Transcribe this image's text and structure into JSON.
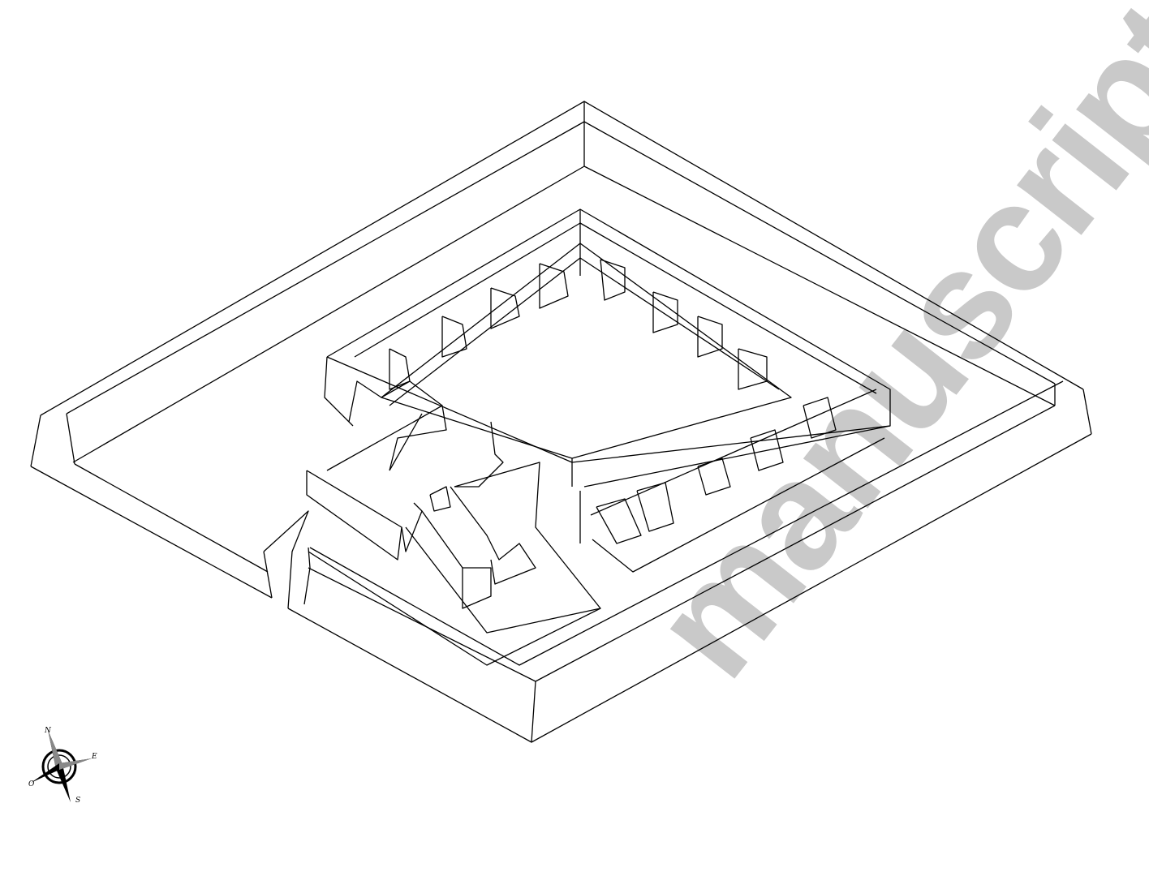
{
  "watermark": {
    "text": "manuscript",
    "color": "#c9c9c9"
  },
  "compass": {
    "north": "N",
    "east": "E",
    "west": "O",
    "south": "S"
  },
  "line_color": "#000000"
}
